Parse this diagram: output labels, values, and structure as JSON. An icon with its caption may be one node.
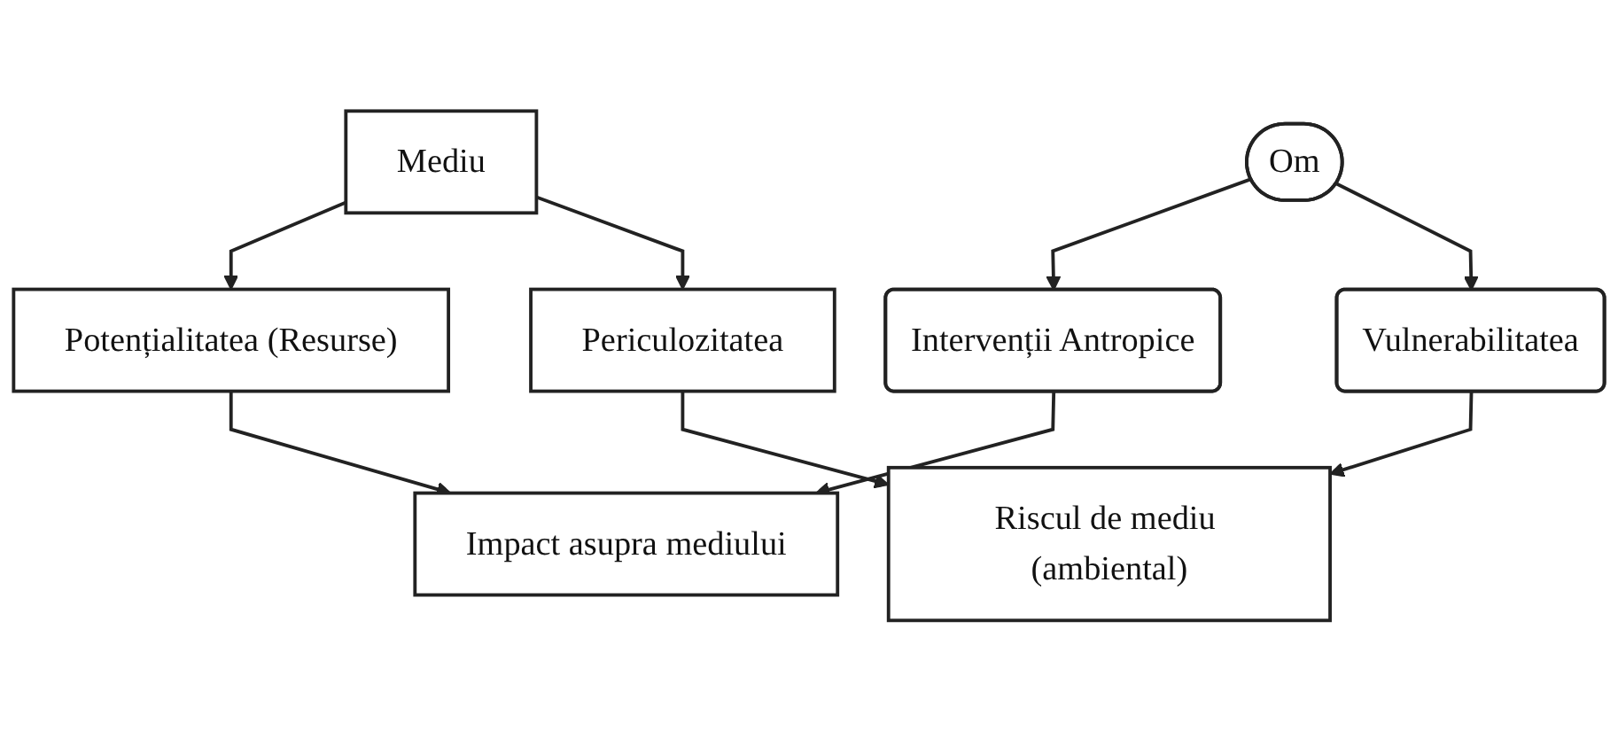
{
  "diagram": {
    "nodes": [
      {
        "text": [
          "Mediu"
        ]
      },
      {
        "text": [
          "Om"
        ]
      },
      {
        "text": [
          "Potențialitatea (Resurse)"
        ]
      },
      {
        "text": [
          "Intervenții Antropice"
        ]
      },
      {
        "text": [
          "Vulnerabilitatea"
        ]
      },
      {
        "text": [
          "Periculozitatea"
        ]
      },
      {
        "text": [
          "Impact asupra mediului"
        ]
      },
      {
        "text": [
          "Riscul de mediu (ambiental)"
        ]
      }
    ],
    "edges": [
      {
        "from": 0,
        "to": 2,
        "arrow": "to"
      },
      {
        "from": 0,
        "to": 5,
        "arrow": "to"
      },
      {
        "from": 1,
        "to": 3,
        "arrow": "to"
      },
      {
        "from": 1,
        "to": 4,
        "arrow": "to"
      },
      {
        "from": 2,
        "to": 6,
        "arrow": "to"
      },
      {
        "from": 3,
        "to": 6,
        "arrow": "to"
      },
      {
        "from": 4,
        "to": 7,
        "arrow": "to"
      },
      {
        "from": 5,
        "to": 7,
        "arrow": "to"
      }
    ]
  }
}
